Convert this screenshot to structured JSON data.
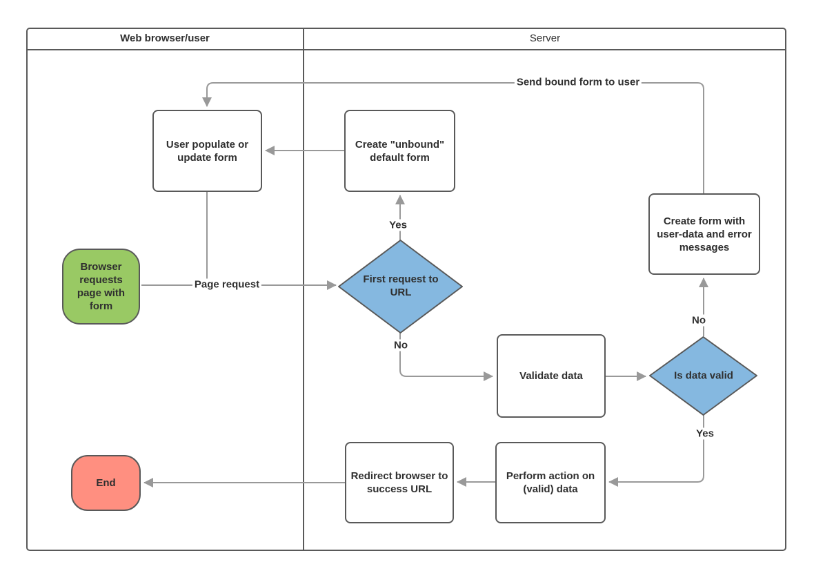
{
  "diagram": {
    "lanes": {
      "browser": {
        "label": "Web browser/user"
      },
      "server": {
        "label": "Server"
      }
    },
    "nodes": {
      "browser_requests": {
        "label": "Browser requests page with form",
        "type": "terminator",
        "color_key": "node-green"
      },
      "user_populate": {
        "label": "User populate or update form",
        "type": "process"
      },
      "create_unbound": {
        "label": "Create \"unbound\" default form",
        "type": "process"
      },
      "first_request": {
        "label": "First request to URL",
        "type": "decision",
        "color_key": "node-blue"
      },
      "validate_data": {
        "label": "Validate data",
        "type": "process"
      },
      "is_data_valid": {
        "label": "Is data valid",
        "type": "decision",
        "color_key": "node-blue"
      },
      "create_form_errors": {
        "label": "Create form with user-data and error messages",
        "type": "process"
      },
      "perform_action": {
        "label": "Perform action on (valid) data",
        "type": "process"
      },
      "redirect_browser": {
        "label": "Redirect browser to success URL",
        "type": "process"
      },
      "end": {
        "label": "End",
        "type": "terminator",
        "color_key": "node-salmon"
      }
    },
    "edge_labels": {
      "page_request": "Page request",
      "first_request_yes": "Yes",
      "first_request_no": "No",
      "is_valid_no": "No",
      "is_valid_yes": "Yes",
      "send_bound_form": "Send bound form to user"
    },
    "colors": {
      "node-green": "#99C964",
      "node-blue": "#85B8E0",
      "node-salmon": "#FF8F80",
      "line": "#999999",
      "border": "#595959",
      "text": "#2F2F2F",
      "canvas": "#FFFFFF"
    }
  }
}
